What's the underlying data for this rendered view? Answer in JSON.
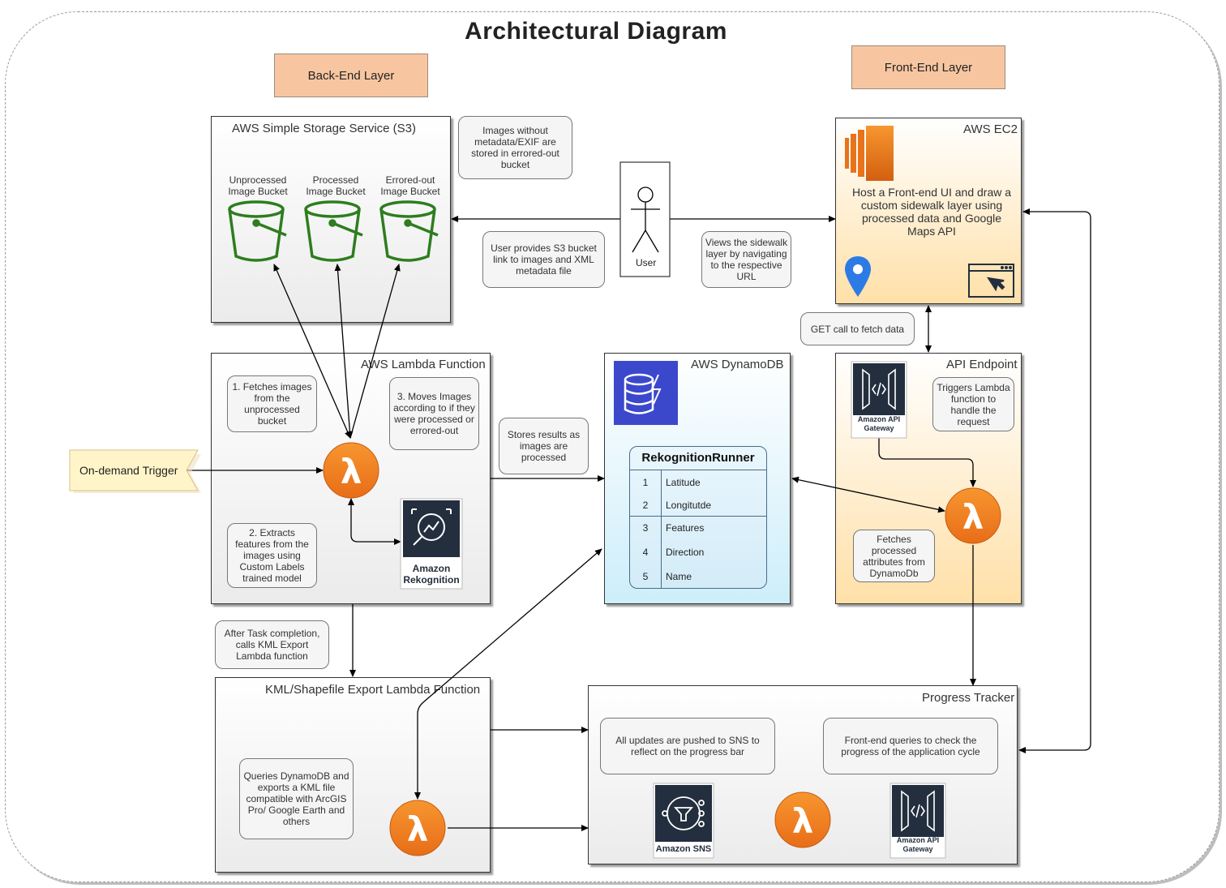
{
  "title": "Architectural Diagram",
  "layers": {
    "back_end": "Back-End Layer",
    "front_end": "Front-End Layer"
  },
  "s3": {
    "title": "AWS Simple Storage Service (S3)",
    "buckets": [
      {
        "label_line1": "Unprocessed",
        "label_line2": "Image Bucket"
      },
      {
        "label_line1": "Processed",
        "label_line2": "Image Bucket"
      },
      {
        "label_line1": "Errored-out",
        "label_line2": "Image Bucket"
      }
    ]
  },
  "notes": {
    "errored_bucket": "Images without metadata/EXIF are stored in errored-out bucket",
    "user_provides": "User provides S3 bucket link to images and XML metadata file",
    "views_sidewalk": "Views the sidewalk layer by navigating to the respective URL",
    "get_call": "GET call to fetch data",
    "fetches_images": "1. Fetches images from the unprocessed bucket",
    "moves_images": "3. Moves Images according to if they were processed or errored-out",
    "extracts_features": "2. Extracts features from the images using Custom Labels trained model",
    "stores_results": "Stores results as images are processed",
    "triggers_lambda": "Triggers Lambda function to handle the request",
    "fetches_processed": "Fetches processed attributes from DynamoDb",
    "after_task": "After Task completion, calls KML Export Lambda function",
    "queries_dynamodb": "Queries DynamoDB and exports a KML file compatible with ArcGIS Pro/ Google Earth and others",
    "all_updates": "All updates are pushed to SNS to reflect on the progress bar",
    "frontend_queries": "Front-end queries to check the progress of the application cycle"
  },
  "user": {
    "label": "User"
  },
  "ec2": {
    "title": "AWS EC2",
    "description": "Host a Front-end UI and draw a custom sidewalk layer using processed data and Google Maps API"
  },
  "lambda_panel": {
    "title": "AWS Lambda Function"
  },
  "rekognition": {
    "label_line1": "Amazon",
    "label_line2": "Rekognition"
  },
  "dynamodb": {
    "title": "AWS DynamoDB",
    "table_name": "RekognitionRunner",
    "rows": [
      {
        "num": "1",
        "name": "Latitude"
      },
      {
        "num": "2",
        "name": "Longitutde"
      },
      {
        "num": "3",
        "name": "Features"
      },
      {
        "num": "4",
        "name": "Direction"
      },
      {
        "num": "5",
        "name": "Name"
      }
    ]
  },
  "api_endpoint": {
    "title": "API Endpoint"
  },
  "api_gateway": {
    "label_line1": "Amazon API",
    "label_line2": "Gateway"
  },
  "trigger": {
    "label": "On-demand Trigger"
  },
  "kml_panel": {
    "title": "KML/Shapefile Export Lambda Function"
  },
  "progress": {
    "title": "Progress Tracker"
  },
  "sns": {
    "label": "Amazon SNS"
  },
  "colors": {
    "layer_fill": "#f7c6a0",
    "bucket_green": "#2e7d1f",
    "lambda_orange": "#f08a2c",
    "aws_dark": "#232f3e",
    "dynamodb_blue": "#3b48cc",
    "ec2_orange": "#e8731b",
    "map_pin_blue": "#2c7be5"
  }
}
